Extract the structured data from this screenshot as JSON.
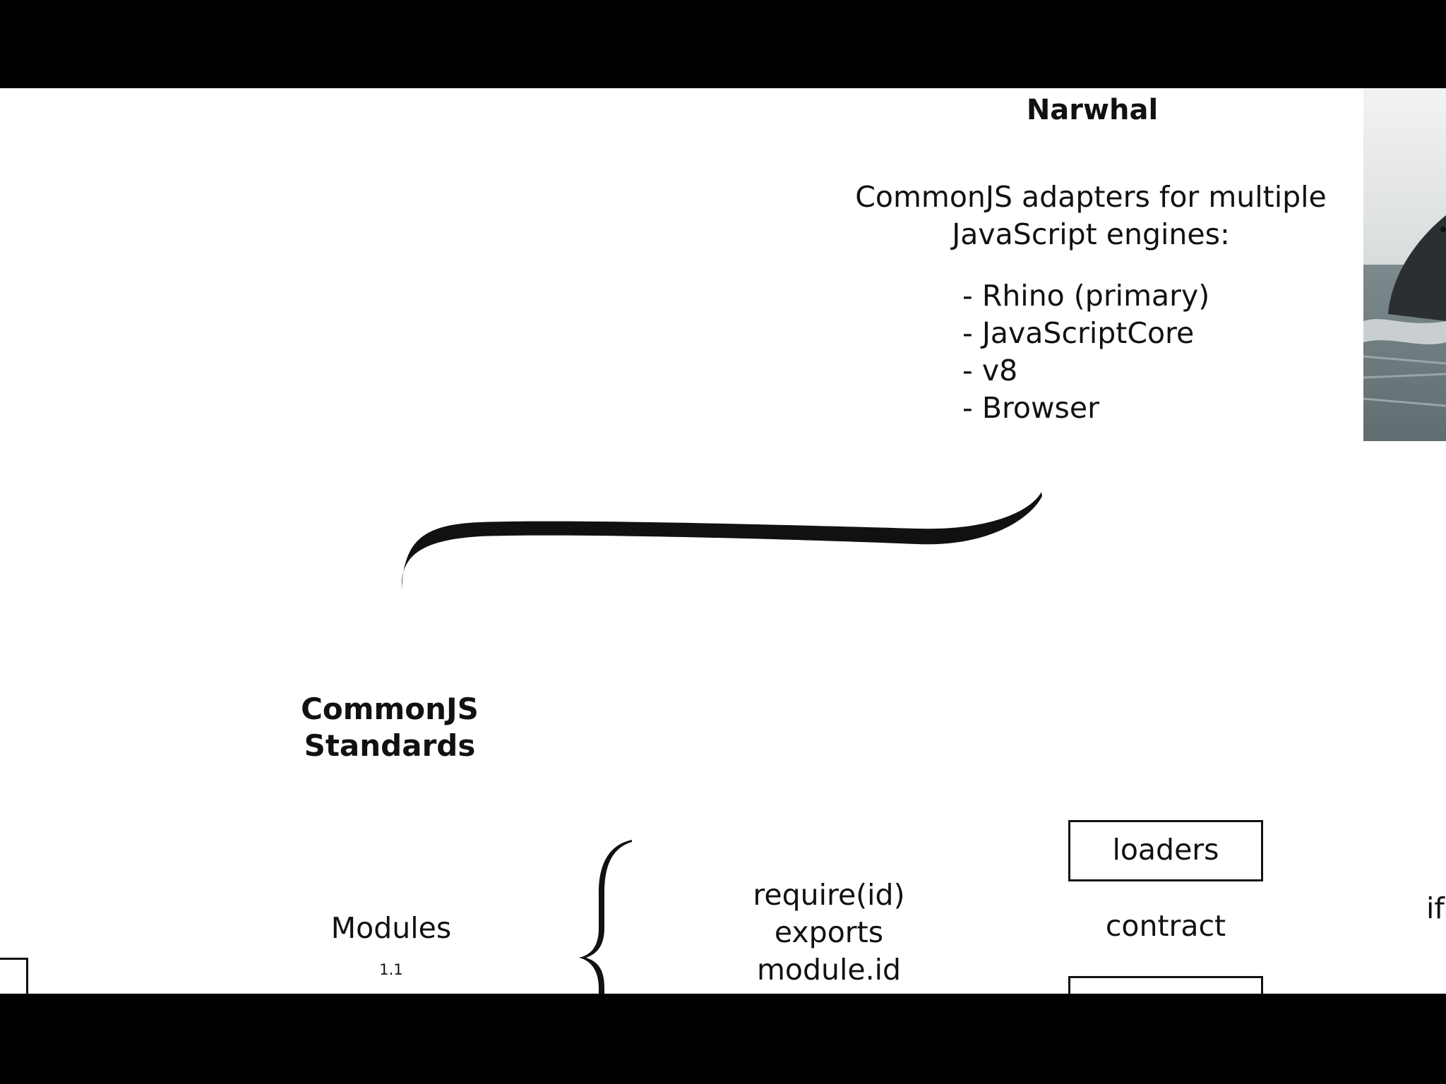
{
  "narwhal": {
    "title": "Narwhal",
    "description": "CommonJS adapters for multiple JavaScript engines:",
    "engines": [
      "- Rhino (primary)",
      "- JavaScriptCore",
      "- v8",
      "- Browser"
    ]
  },
  "standards": {
    "title": "CommonJS Standards",
    "modules": {
      "label": "Modules",
      "version": "1.1",
      "api": [
        "require(id)",
        "exports",
        "module.id"
      ]
    }
  },
  "diagram": {
    "loaders_label": "loaders",
    "contract_label": "contract",
    "edge_text": "if"
  },
  "colors": {
    "background": "#000000",
    "slide": "#ffffff",
    "ink": "#111111"
  }
}
